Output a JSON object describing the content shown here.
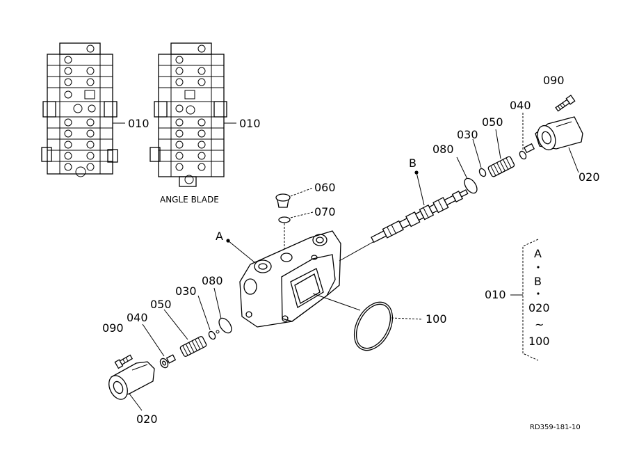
{
  "labels": {
    "p010_left": "010",
    "p010_right": "010",
    "angle_blade": "ANGLE BLADE",
    "p060": "060",
    "p070": "070",
    "pA": "A",
    "pB": "B",
    "p080_top": "080",
    "p030_top": "030",
    "p050_top": "050",
    "p040_top": "040",
    "p090_top": "090",
    "p020_top": "020",
    "p100": "100",
    "p090_bot": "090",
    "p040_bot": "040",
    "p050_bot": "050",
    "p030_bot": "030",
    "p080_bot": "080",
    "p020_bot": "020",
    "legend_010": "010",
    "legend_a": "A",
    "legend_b": "B",
    "legend_020": "020",
    "legend_tilde": "~",
    "legend_100": "100",
    "drawing_ref": "RD359-181-10"
  }
}
